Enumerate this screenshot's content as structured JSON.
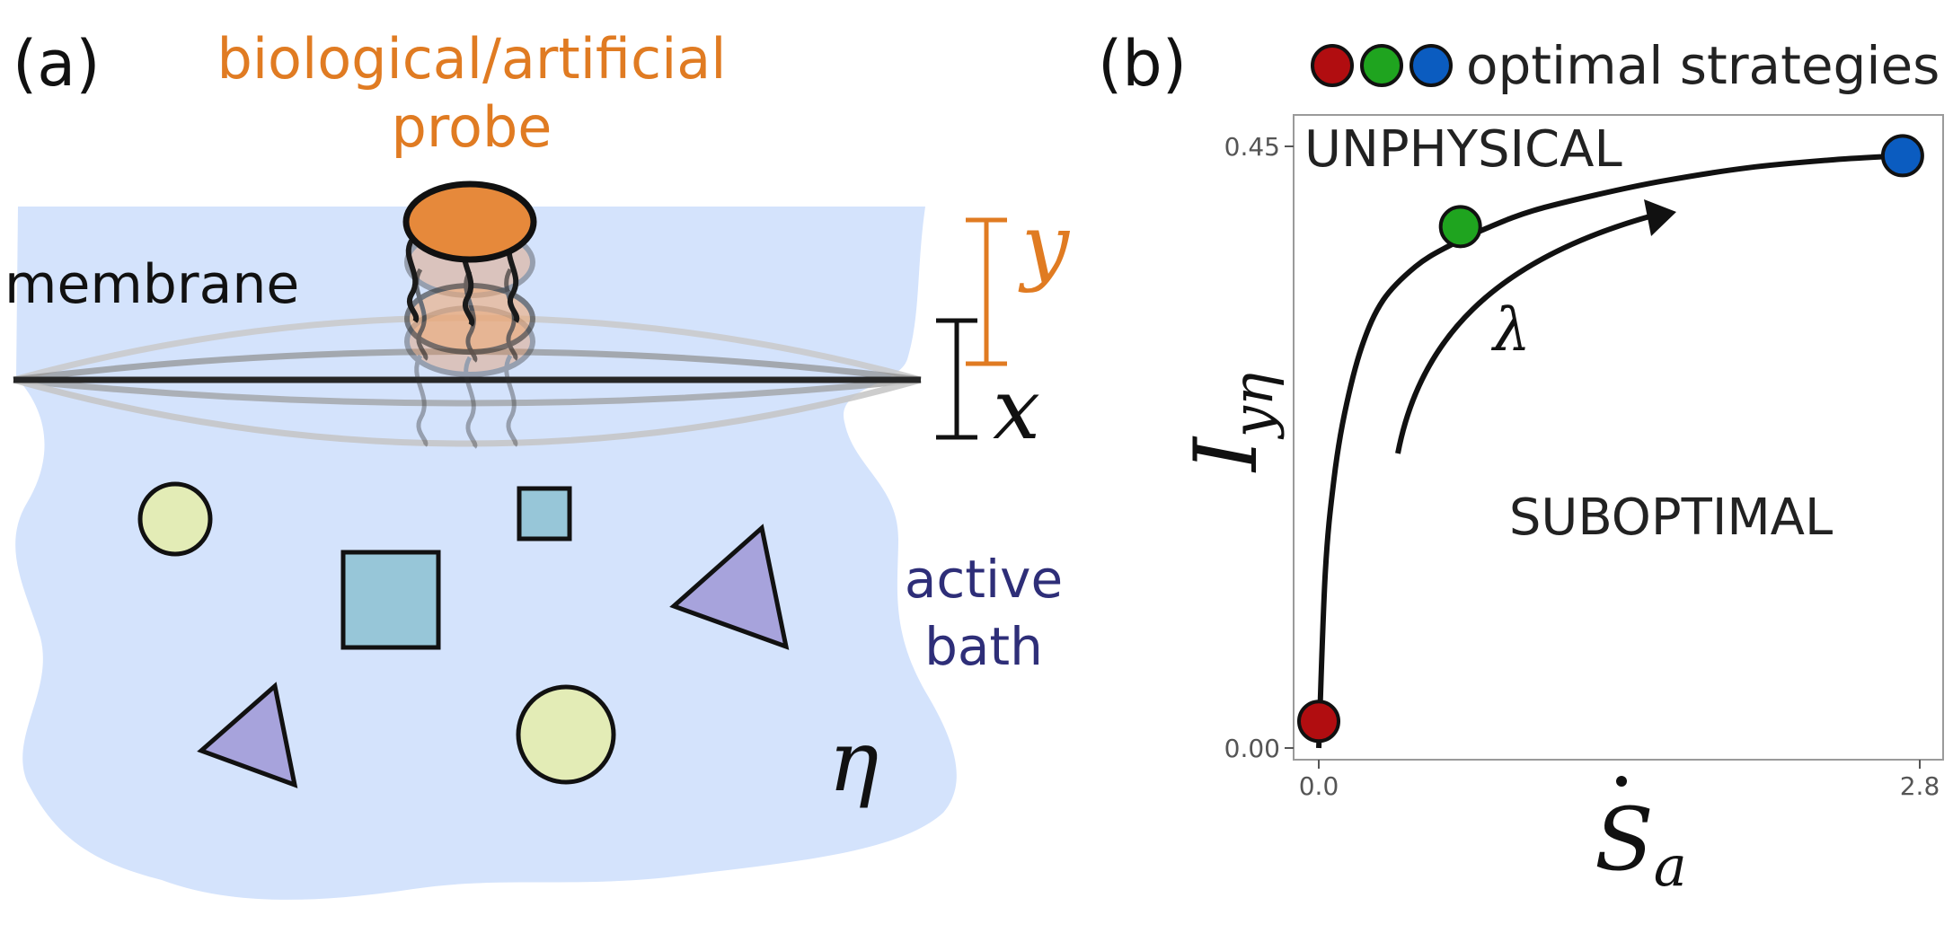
{
  "panel_a": {
    "label": "(a)",
    "probe_label_line1": "biological/artificial",
    "probe_label_line2": "probe",
    "membrane_label": "membrane",
    "bath_label_line1": "active",
    "bath_label_line2": "bath",
    "symbol_y": "y",
    "symbol_x": "x",
    "symbol_eta": "η",
    "colors": {
      "probe": "#e07b22",
      "bath": "#d4e3fc",
      "circle": "#e3ecb6",
      "square": "#97c6d8",
      "triangle": "#a7a3dc",
      "bath_text": "#2e2e78"
    }
  },
  "panel_b": {
    "label": "(b)",
    "legend_text": "optimal strategies",
    "legend_colors": [
      "#b10d10",
      "#1fa41f",
      "#0b5cc0"
    ],
    "region_top": "UNPHYSICAL",
    "region_bottom": "SUBOPTIMAL",
    "arrow_label": "λ",
    "y_label": "I",
    "y_label_sub": "yη",
    "x_label": "S",
    "x_label_sub": "a",
    "y_ticks": [
      "0.45",
      "0.00"
    ],
    "x_ticks": [
      "0.0",
      "2.8"
    ]
  },
  "chart_data": {
    "type": "line",
    "xlim": [
      0,
      2.8
    ],
    "ylim": [
      0,
      0.45
    ],
    "x_ticks": [
      0.0,
      2.8
    ],
    "y_ticks": [
      0.0,
      0.45
    ],
    "grid": false,
    "series": [
      {
        "x": [
          0.0,
          0.03,
          0.07,
          0.12,
          0.2,
          0.3,
          0.45,
          0.6,
          0.8,
          1.0,
          1.3,
          1.6,
          2.0,
          2.4,
          2.72
        ],
        "y": [
          0.0,
          0.13,
          0.2,
          0.25,
          0.3,
          0.335,
          0.36,
          0.375,
          0.39,
          0.402,
          0.414,
          0.424,
          0.434,
          0.44,
          0.443
        ]
      }
    ],
    "points": [
      {
        "x": 0.0,
        "y": 0.02,
        "color": "#b10d10"
      },
      {
        "x": 0.66,
        "y": 0.39,
        "color": "#1fa41f"
      },
      {
        "x": 2.72,
        "y": 0.443,
        "color": "#0b5cc0"
      }
    ]
  }
}
